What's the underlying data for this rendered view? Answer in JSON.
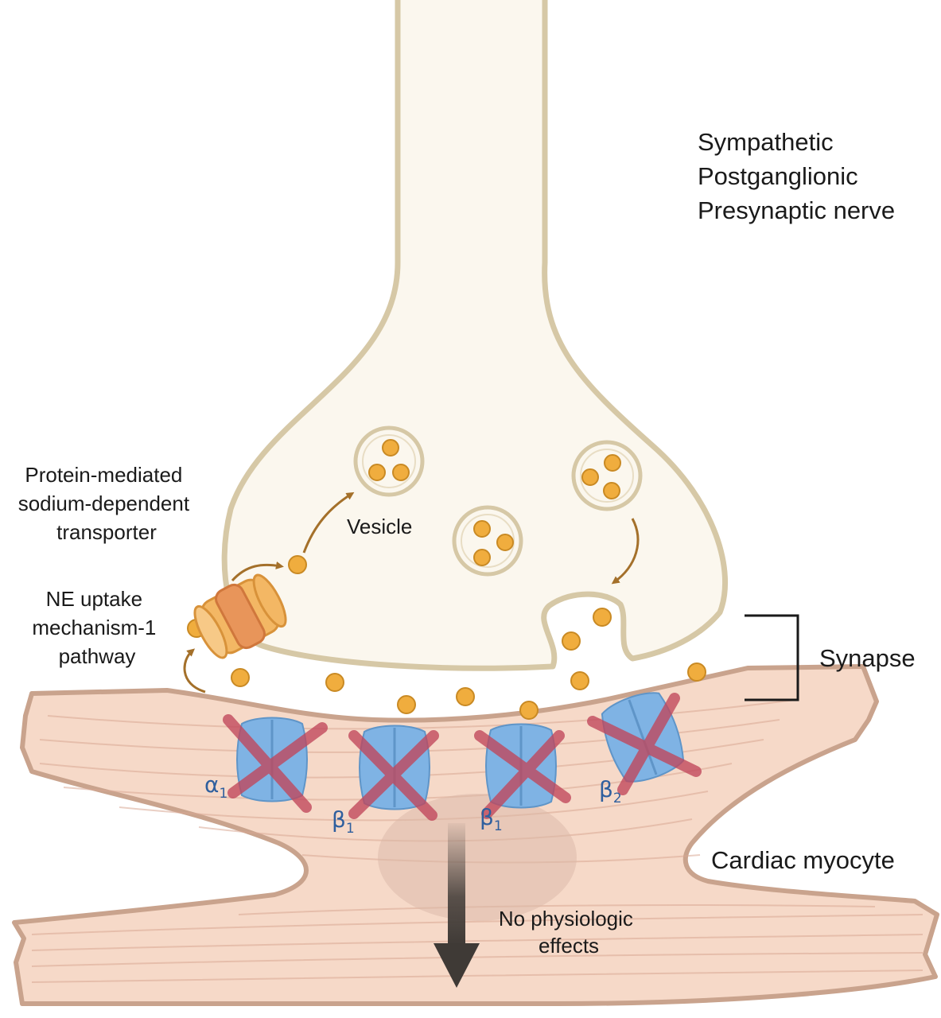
{
  "labels": {
    "nerve": [
      "Sympathetic",
      "Postganglionic",
      "Presynaptic nerve"
    ],
    "transporter": [
      "Protein-mediated",
      "sodium-dependent",
      "transporter"
    ],
    "uptake": [
      "NE uptake",
      "mechanism-1",
      "pathway"
    ],
    "vesicle": "Vesicle",
    "synapse": "Synapse",
    "myocyte": "Cardiac myocyte",
    "effects": [
      "No physiologic",
      "effects"
    ]
  },
  "receptors": [
    {
      "symbol": "α",
      "sub": "1"
    },
    {
      "symbol": "β",
      "sub": "1"
    },
    {
      "symbol": "β",
      "sub": "1"
    },
    {
      "symbol": "β",
      "sub": "2"
    }
  ],
  "colors": {
    "neuron_fill": "#fbf7ee",
    "neuron_stroke": "#d6c8a6",
    "muscle_fill": "#f6d9c8",
    "muscle_stroke": "#c9a38d",
    "ne_dot": "#f0ad3e",
    "receptor": "#7fb3e4",
    "cross": "#c1465b",
    "receptor_label": "#2f5f9e",
    "transporter": "#f3b764",
    "arrow_dark": "#3f3a36",
    "uptake_arrow": "#a4702a"
  }
}
